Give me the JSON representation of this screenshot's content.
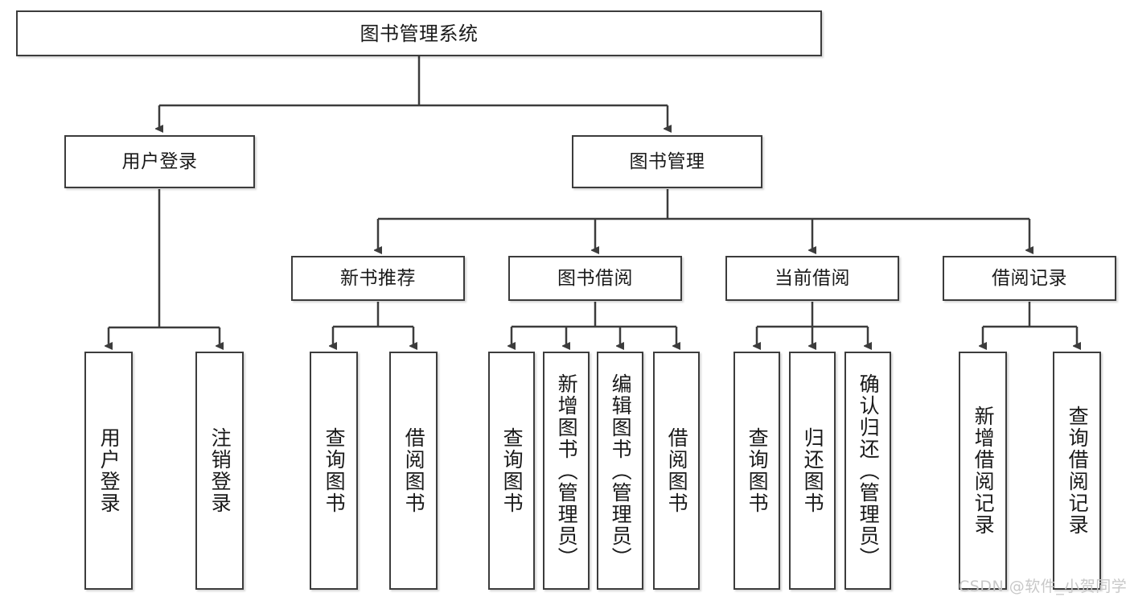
{
  "diagram": {
    "title": "图书管理系统",
    "style": {
      "border_color": "#3c3c3c",
      "text_color": "#1a1a1a",
      "background": "#ffffff",
      "watermark_color": "#c8c8c8"
    },
    "root": {
      "label": "图书管理系统"
    },
    "level2": [
      {
        "label": "用户登录"
      },
      {
        "label": "图书管理"
      }
    ],
    "level3": [
      {
        "label": "新书推荐"
      },
      {
        "label": "图书借阅"
      },
      {
        "label": "当前借阅"
      },
      {
        "label": "借阅记录"
      }
    ],
    "leaves": {
      "user_login": [
        {
          "label": "用户登录"
        },
        {
          "label": "注销登录"
        }
      ],
      "new_book_recommend": [
        {
          "label": "查询图书"
        },
        {
          "label": "借阅图书"
        }
      ],
      "book_borrow": [
        {
          "label": "查询图书"
        },
        {
          "label": "新增图书（管理员）"
        },
        {
          "label": "编辑图书（管理员）"
        },
        {
          "label": "借阅图书"
        }
      ],
      "current_borrow": [
        {
          "label": "查询图书"
        },
        {
          "label": "归还图书"
        },
        {
          "label": "确认归还（管理员）"
        }
      ],
      "borrow_record": [
        {
          "label": "新增借阅记录"
        },
        {
          "label": "查询借阅记录"
        }
      ]
    },
    "watermark": "CSDN @软件_小贺同学"
  }
}
